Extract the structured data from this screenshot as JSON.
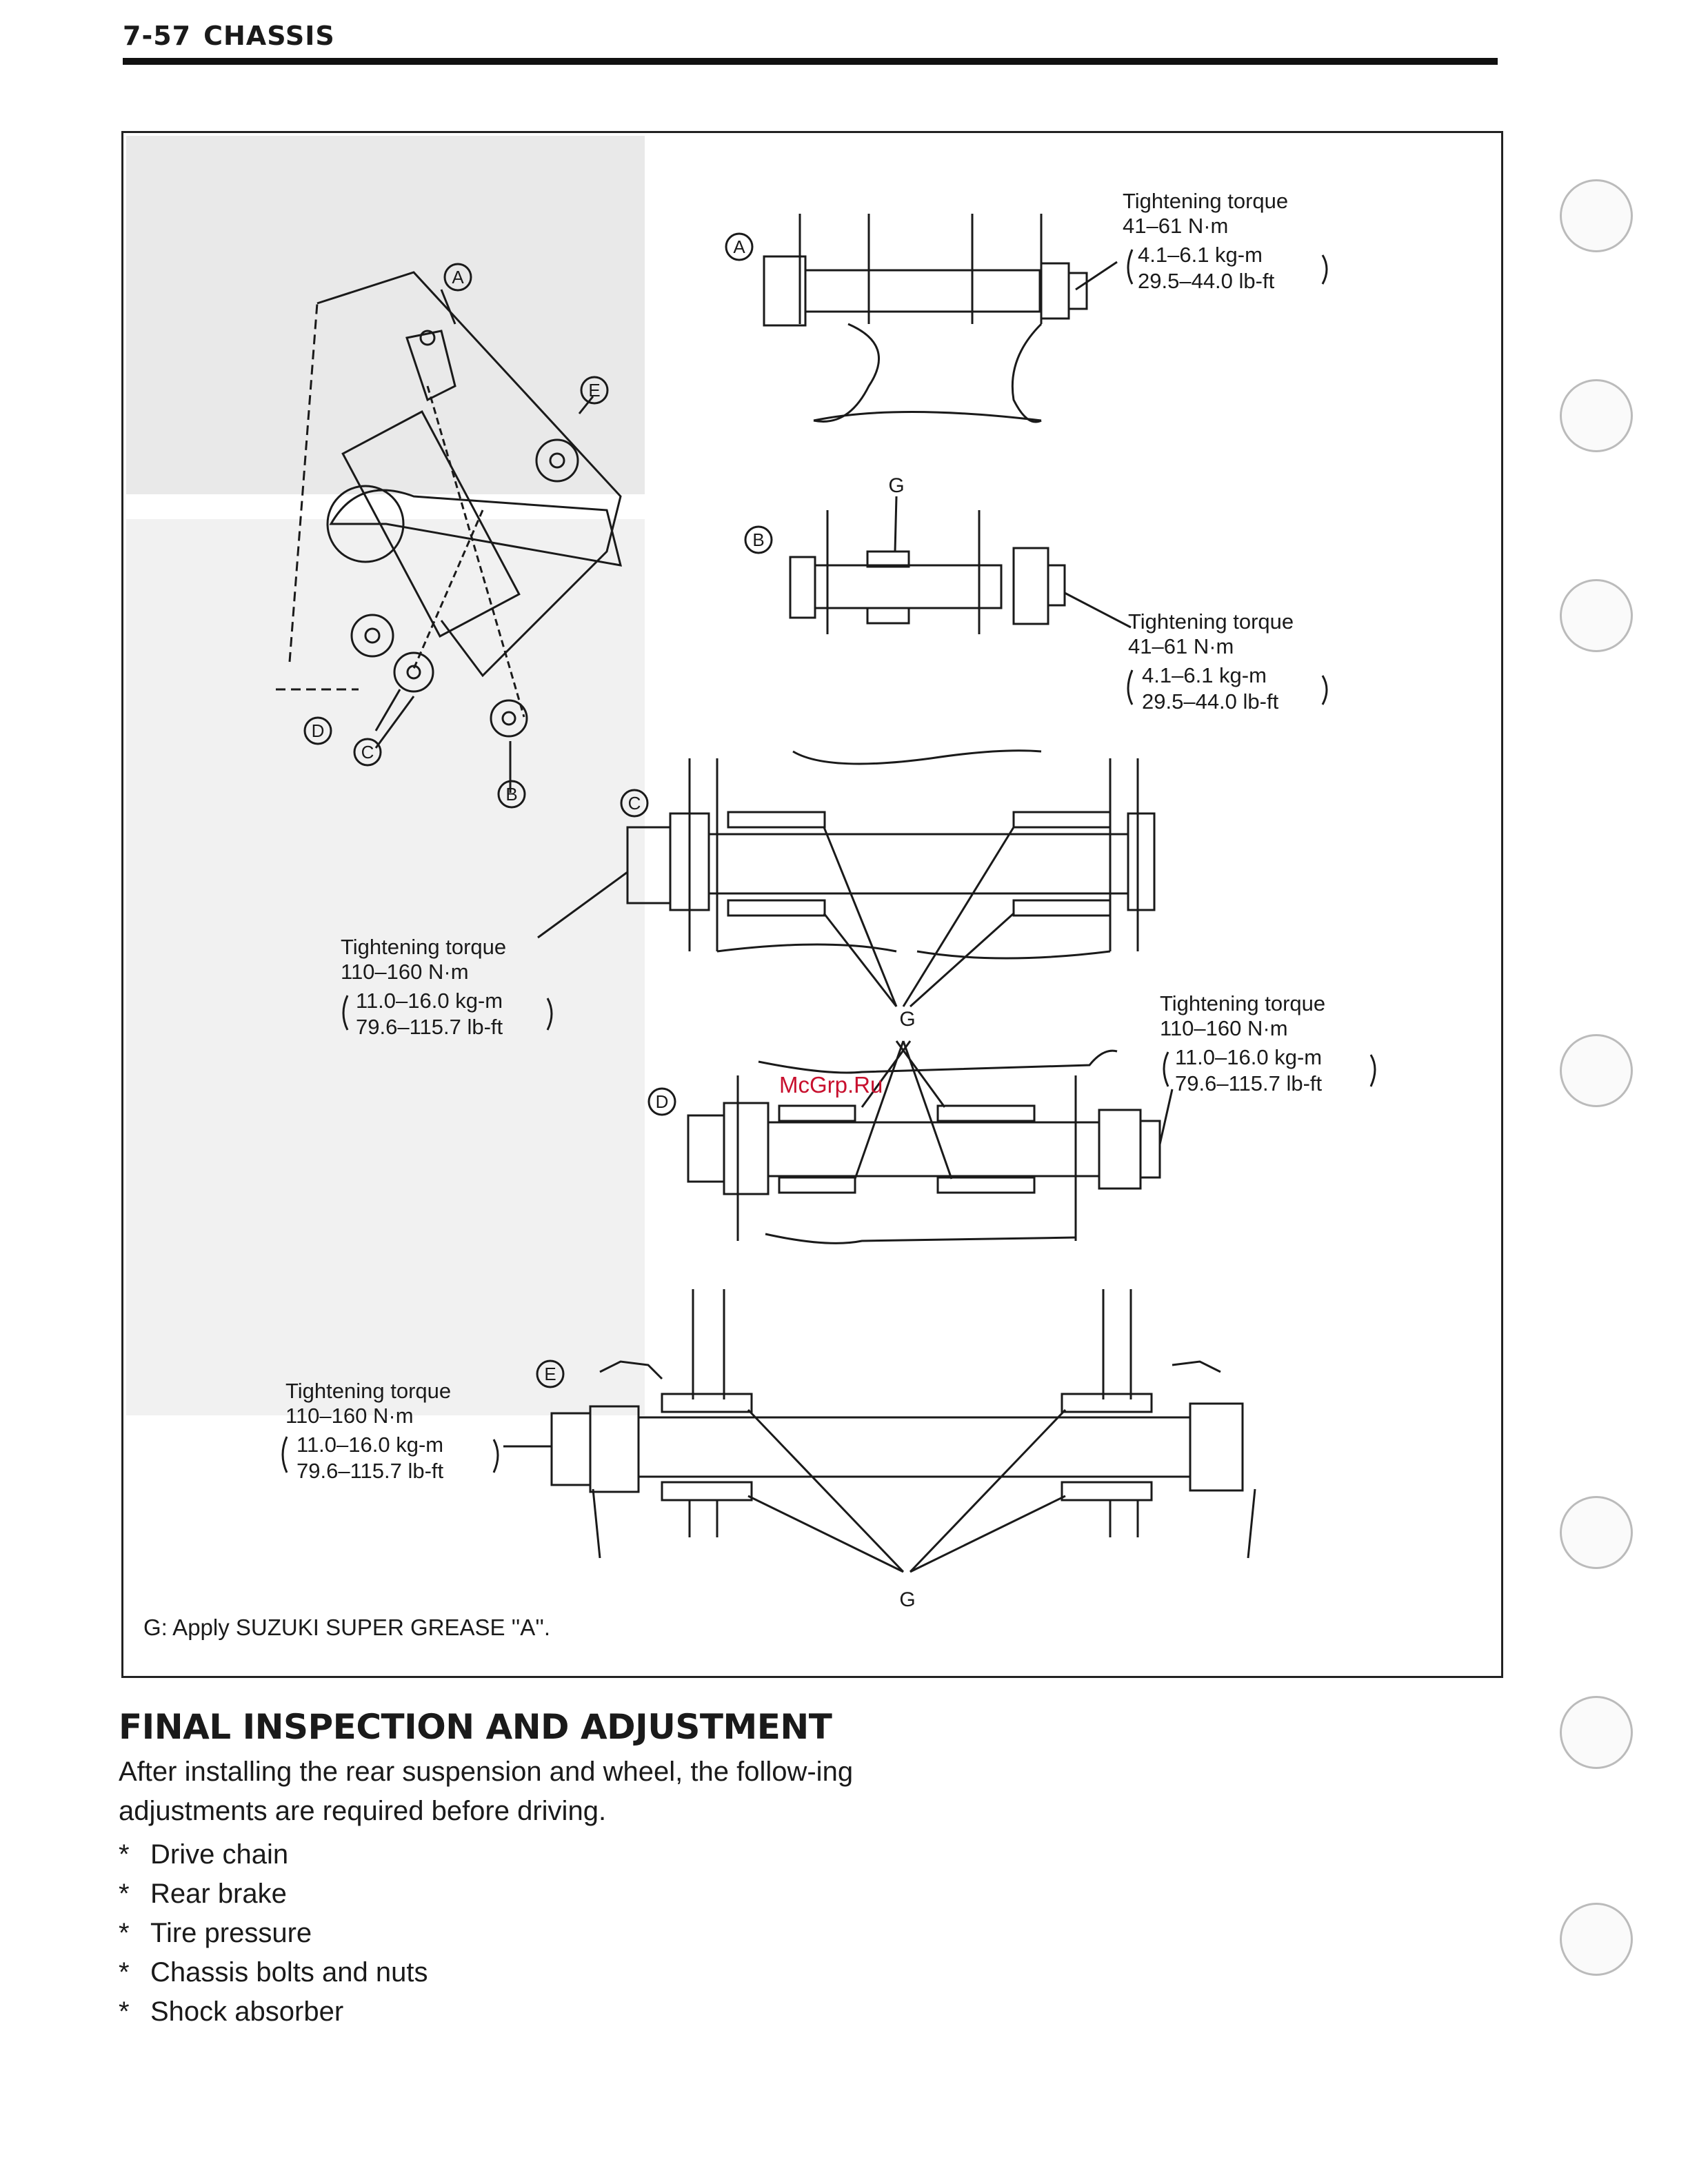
{
  "header": {
    "page_number": "7-57",
    "section": "CHASSIS"
  },
  "figure": {
    "grease_label": "G",
    "torque_title": "Tightening torque",
    "callouts": {
      "A": {
        "nm": "41–61 N·m",
        "kgm": "4.1–6.1 kg-m",
        "lbft": "29.5–44.0 lb-ft"
      },
      "B": {
        "nm": "41–61 N·m",
        "kgm": "4.1–6.1 kg-m",
        "lbft": "29.5–44.0 lb-ft"
      },
      "C": {
        "nm": "110–160 N·m",
        "kgm": "11.0–16.0 kg-m",
        "lbft": "79.6–115.7 lb-ft"
      },
      "D": {
        "nm": "110–160 N·m",
        "kgm": "11.0–16.0 kg-m",
        "lbft": "79.6–115.7 lb-ft"
      },
      "E": {
        "nm": "110–160 N·m",
        "kgm": "11.0–16.0 kg-m",
        "lbft": "79.6–115.7 lb-ft"
      }
    },
    "markers": [
      "A",
      "B",
      "C",
      "D",
      "E"
    ],
    "note": "G: Apply SUZUKI SUPER GREASE ''A''.",
    "watermark": "McGrp.Ru"
  },
  "section": {
    "title": "FINAL INSPECTION AND ADJUSTMENT",
    "intro": "After installing the rear suspension and wheel, the follow-ing adjustments are required before driving.",
    "items": [
      "Drive chain",
      "Rear brake",
      "Tire pressure",
      "Chassis bolts and nuts",
      "Shock absorber"
    ]
  }
}
